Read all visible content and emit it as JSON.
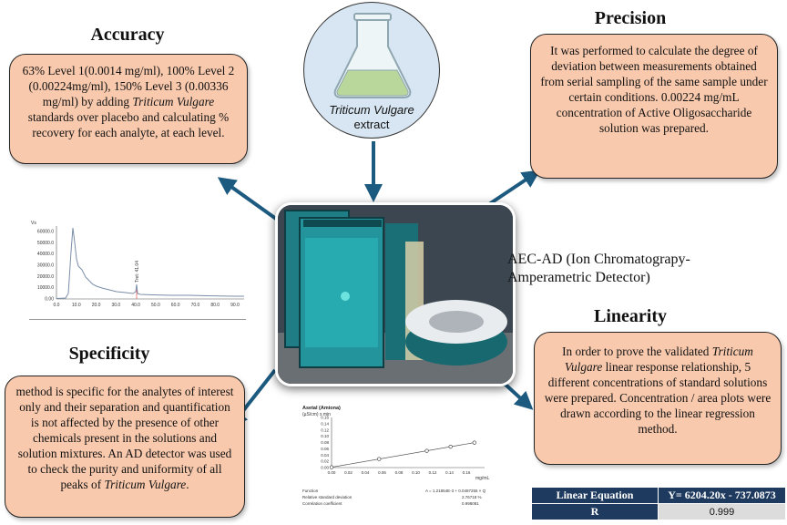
{
  "accuracy": {
    "title": "Accuracy",
    "text_pre": "63% Level 1(0.0014 mg/ml), 100% Level 2 (0.00224mg/ml), 150% Level 3 (0.00336 mg/ml) by adding ",
    "text_em": "Triticum Vulgare",
    "text_post": " standards over placebo and calculating % recovery for each analyte, at each level."
  },
  "precision": {
    "title": "Precision",
    "text": "It was performed to calculate the degree of deviation between measurements obtained from serial sampling of the same sample under certain conditions. 0.00224 mg/mL concentration of Active Oligosaccharide solution was prepared."
  },
  "specificity": {
    "title": "Specificity",
    "text_pre": "method is specific for the analytes of interest only and their separation and quantification is not affected by the presence of other chemicals present in the solutions and solution mixtures. An AD detector was used to check the purity and uniformity of all peaks of ",
    "text_em": "Triticum Vulgare",
    "text_post": "."
  },
  "linearity": {
    "title": "Linearity",
    "text_pre": "In order to prove the validated ",
    "text_em": "Triticum Vulgare",
    "text_post": " linear response relationship, 5 different concentrations of standard solutions were prepared. Concentration / area plots were drawn according to the linear regression method.",
    "table": {
      "equation_label": "Linear Equation",
      "equation_value": "Y= 6204.20x - 737.0873",
      "r_label": "R",
      "r_value": "0.999"
    }
  },
  "extract": {
    "line1": "Triticum Vulgare",
    "line2": "extract"
  },
  "instrument": {
    "label": "AEC-AD (Ion Chromatograpy-Amperametric Detector)"
  },
  "chromatogram": {
    "y_unit": "Vs",
    "y_ticks": [
      "60000.0",
      "50000.0",
      "40000.0",
      "30000.0",
      "20000.0",
      "10000.0",
      "0.00"
    ],
    "x_ticks": [
      "0.0",
      "10.0",
      "20.0",
      "30.0",
      "40.0",
      "50.0",
      "60.0",
      "70.0",
      "80.0",
      "90.0"
    ],
    "peak_label": "Tret: 41.04"
  },
  "calibration": {
    "title": "Asetal (Amiona)",
    "y_unit": "(µS/cm) x min",
    "x_unit": "mg/mL",
    "y_ticks": [
      "0.16",
      "0.14",
      "0.12",
      "0.10",
      "0.08",
      "0.06",
      "0.04",
      "0.02",
      "0.00"
    ],
    "x_ticks": [
      "0.00",
      "0.02",
      "0.04",
      "0.06",
      "0.08",
      "0.10",
      "0.12",
      "0.14",
      "0.16"
    ],
    "function_label": "Function",
    "function_value": "A = 1.21854E-3 + 0.0497256 × Q",
    "rsd_label": "Relative standard deviation",
    "rsd_value": "2.76718 %",
    "corr_label": "Correlation coefficient",
    "corr_value": "0.998081"
  },
  "chart_data": {
    "type": "scatter",
    "title": "Asetal (Amiona)",
    "xlabel": "mg/mL",
    "ylabel": "(µS/cm) x min",
    "xlim": [
      0,
      0.18
    ],
    "ylim": [
      0,
      0.17
    ],
    "x": [
      0.0,
      0.056,
      0.112,
      0.14,
      0.168
    ],
    "y": [
      0.0012,
      0.0291,
      0.0568,
      0.0708,
      0.0847
    ]
  },
  "colors": {
    "box_fill": "#f8c9ad",
    "arrow": "#1c5a80",
    "table_header": "#1f3a5f",
    "table_value_bg": "#dcdcdc",
    "flask_circle": "#d7e6f2"
  }
}
